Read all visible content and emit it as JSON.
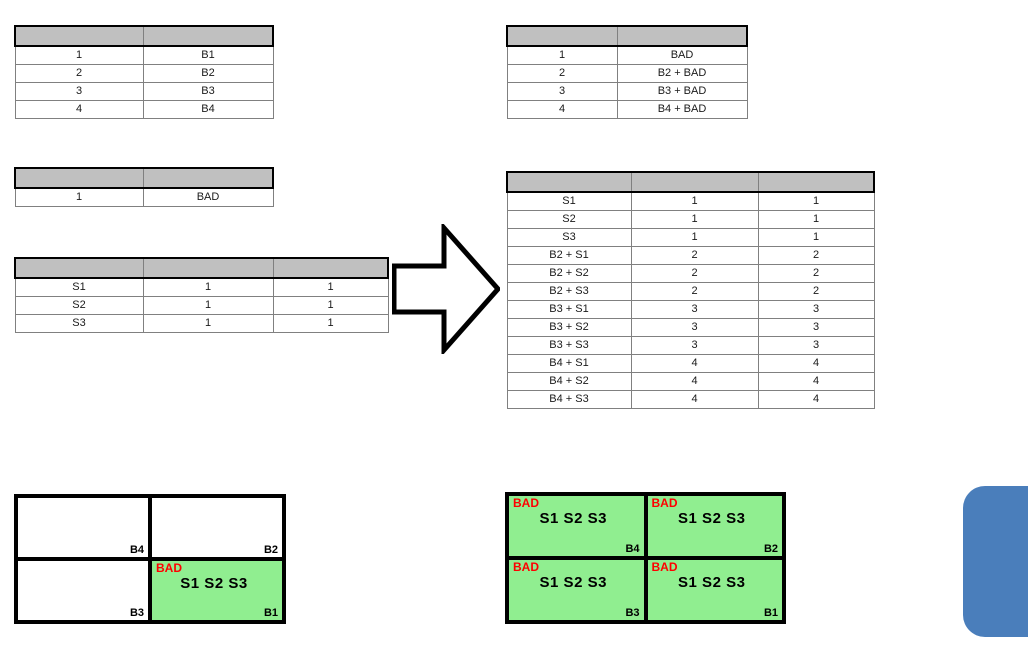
{
  "slide": {
    "title": "",
    "colors": {
      "header_fill": "#c0c0c0",
      "grid_line": "#808080",
      "outline": "#000000",
      "highlight_green": "#90EE90",
      "bad_red": "#FF0000",
      "accent_blue": "#4A7EBB"
    }
  },
  "tables": {
    "top_left": {
      "name": "bucket-list-table",
      "headers": [
        "",
        ""
      ],
      "rows": [
        [
          "1",
          "B1"
        ],
        [
          "2",
          "B2"
        ],
        [
          "3",
          "B3"
        ],
        [
          "4",
          "B4"
        ]
      ]
    },
    "top_right": {
      "name": "bucket-bad-table",
      "headers": [
        "",
        ""
      ],
      "rows": [
        [
          "1",
          "BAD"
        ],
        [
          "2",
          "B2 + BAD"
        ],
        [
          "3",
          "B3 + BAD"
        ],
        [
          "4",
          "B4 + BAD"
        ]
      ]
    },
    "mid_left_small": {
      "name": "bad-single-table",
      "headers": [
        "",
        ""
      ],
      "rows": [
        [
          "1",
          "BAD"
        ]
      ]
    },
    "mid_left_signals": {
      "name": "signal-table",
      "headers": [
        "",
        "",
        ""
      ],
      "rows": [
        [
          "S1",
          "1",
          "1"
        ],
        [
          "S2",
          "1",
          "1"
        ],
        [
          "S3",
          "1",
          "1"
        ]
      ]
    },
    "right_expanded": {
      "name": "expanded-signal-table",
      "headers": [
        "",
        "",
        ""
      ],
      "rows": [
        [
          "S1",
          "1",
          "1"
        ],
        [
          "S2",
          "1",
          "1"
        ],
        [
          "S3",
          "1",
          "1"
        ],
        [
          "B2 + S1",
          "2",
          "2"
        ],
        [
          "B2 + S2",
          "2",
          "2"
        ],
        [
          "B2 + S3",
          "2",
          "2"
        ],
        [
          "B3 + S1",
          "3",
          "3"
        ],
        [
          "B3 + S2",
          "3",
          "3"
        ],
        [
          "B3 + S3",
          "3",
          "3"
        ],
        [
          "B4 + S1",
          "4",
          "4"
        ],
        [
          "B4 + S2",
          "4",
          "4"
        ],
        [
          "B4 + S3",
          "4",
          "4"
        ]
      ]
    }
  },
  "arrow": {
    "name": "right-arrow",
    "direction": "right"
  },
  "diagrams": {
    "before": {
      "name": "quadrant-before",
      "cells": [
        {
          "label": "B4",
          "bad": "",
          "signals": "",
          "filled": false
        },
        {
          "label": "B2",
          "bad": "",
          "signals": "",
          "filled": false
        },
        {
          "label": "B3",
          "bad": "",
          "signals": "",
          "filled": false
        },
        {
          "label": "B1",
          "bad": "BAD",
          "signals": "S1 S2 S3",
          "filled": true
        }
      ]
    },
    "after": {
      "name": "quadrant-after",
      "cells": [
        {
          "label": "B4",
          "bad": "BAD",
          "signals": "S1 S2 S3",
          "filled": true
        },
        {
          "label": "B2",
          "bad": "BAD",
          "signals": "S1 S2 S3",
          "filled": true
        },
        {
          "label": "B3",
          "bad": "BAD",
          "signals": "S1 S2 S3",
          "filled": true
        },
        {
          "label": "B1",
          "bad": "BAD",
          "signals": "S1 S2 S3",
          "filled": true
        }
      ]
    }
  }
}
